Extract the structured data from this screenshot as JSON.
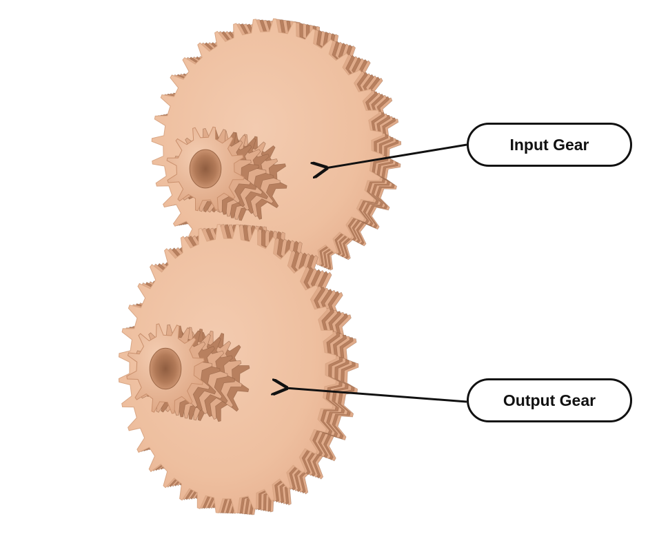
{
  "labels": {
    "input_gear": "Input Gear",
    "output_gear": "Output Gear"
  },
  "colors": {
    "background": "#ffffff",
    "gear_face": "#f0c4a6",
    "gear_light": "#f6d3bb",
    "gear_mid": "#e0ab8a",
    "gear_shadow": "#b8805f",
    "gear_dark": "#8a5a3e",
    "outline": "#111111"
  },
  "gears": {
    "input": {
      "teeth": 36,
      "pinion_teeth": 12
    },
    "output": {
      "teeth": 36,
      "pinion_teeth": 12
    }
  }
}
